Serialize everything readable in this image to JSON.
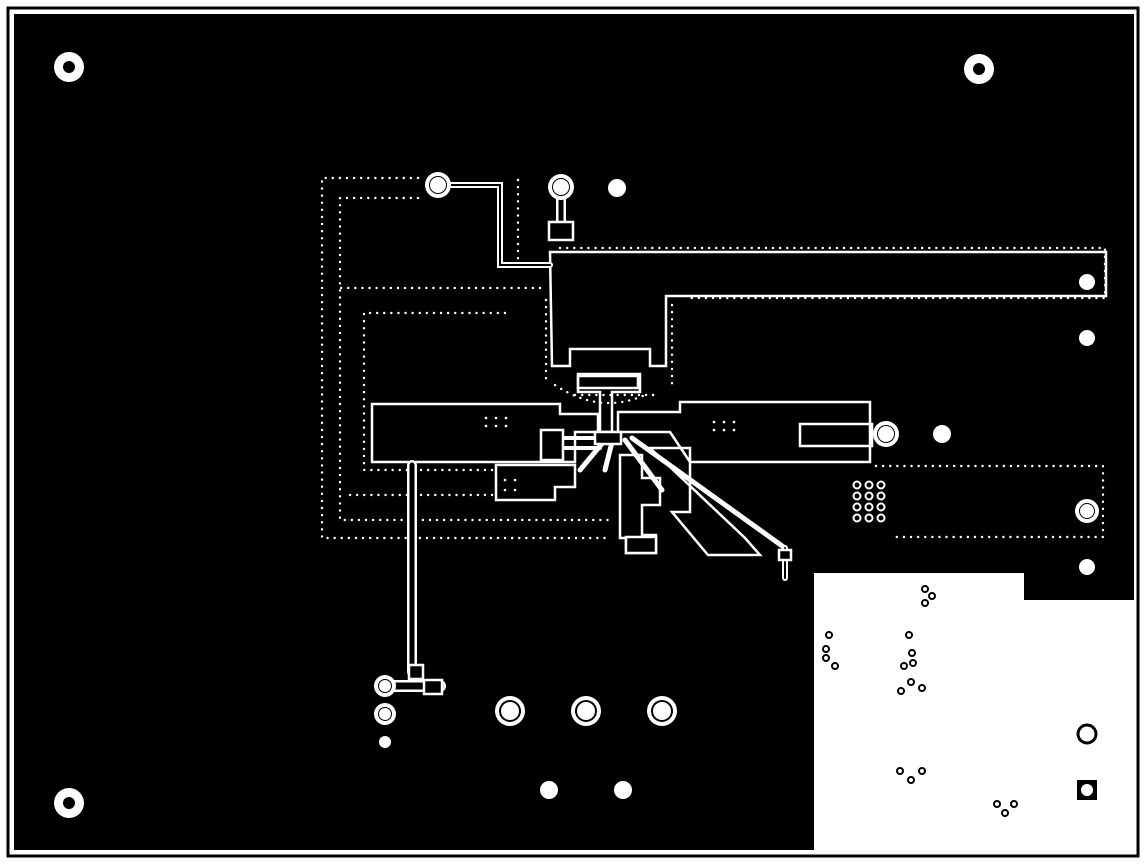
{
  "board": {
    "layer_colors": {
      "copper_pour": "#000000",
      "substrate": "#ffffff"
    },
    "features": {
      "mounting_holes": 4,
      "connector_pads": 3,
      "via_array": "4x3"
    }
  }
}
